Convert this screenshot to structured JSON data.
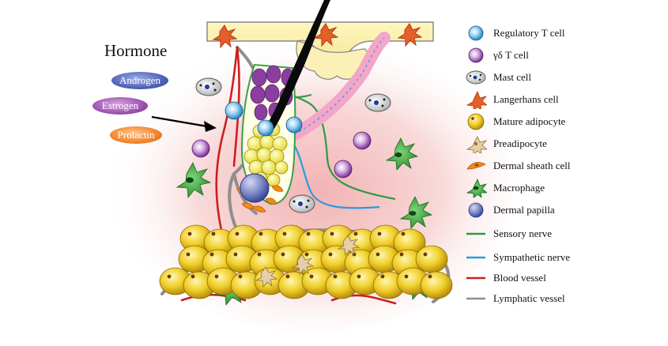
{
  "hormone": {
    "title": "Hormone",
    "items": [
      "Androgen",
      "Estrogen",
      "Prolactin"
    ]
  },
  "legend": {
    "items": [
      {
        "label": "Regulatory T cell",
        "icon": "regulatory-t-cell-icon"
      },
      {
        "label": "γδ T cell",
        "icon": "gamma-delta-t-cell-icon"
      },
      {
        "label": "Mast cell",
        "icon": "mast-cell-icon"
      },
      {
        "label": "Langerhans cell",
        "icon": "langerhans-cell-icon"
      },
      {
        "label": "Mature adipocyte",
        "icon": "mature-adipocyte-icon"
      },
      {
        "label": "Preadipocyte",
        "icon": "preadipocyte-icon"
      },
      {
        "label": "Dermal sheath cell",
        "icon": "dermal-sheath-cell-icon"
      },
      {
        "label": "Macrophage",
        "icon": "macrophage-icon"
      },
      {
        "label": "Dermal papilla",
        "icon": "dermal-papilla-icon"
      },
      {
        "label": "Sensory nerve",
        "icon": "sensory-nerve-line-icon"
      },
      {
        "label": "Sympathetic nerve",
        "icon": "sympathetic-nerve-line-icon"
      },
      {
        "label": "Blood vessel",
        "icon": "blood-vessel-line-icon"
      },
      {
        "label": "Lymphatic vessel",
        "icon": "lymphatic-vessel-line-icon"
      }
    ]
  },
  "colors": {
    "sensory_nerve": "#2e9a47",
    "sympathetic_nerve": "#2a9be0",
    "blood_vessel": "#d02020",
    "lymphatic_vessel": "#8e8e8e",
    "adipocyte": "#e8c020",
    "regulatory_t": "#3aa0d8",
    "gamma_delta_t": "#8a3fa0",
    "langerhans": "#e0541c",
    "macrophage": "#2f9a3a",
    "dermal_papilla": "#5c6ab0"
  }
}
